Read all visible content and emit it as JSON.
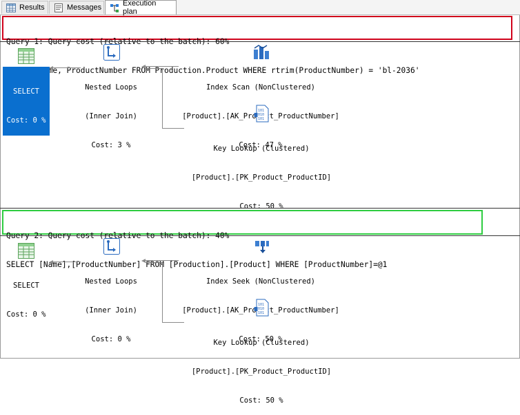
{
  "tabs": [
    {
      "label": "Results",
      "icon": "grid-icon"
    },
    {
      "label": "Messages",
      "icon": "messages-icon"
    },
    {
      "label": "Execution plan",
      "icon": "execution-plan-icon",
      "active": true
    }
  ],
  "query1": {
    "header": "Query 1: Query cost (relative to the batch): 60%",
    "sql": "SELECT Name, ProductNumber FROM Production.Product WHERE rtrim(ProductNumber) = 'bl-2036'",
    "highlight_color": "#d0021b",
    "select": {
      "label": "SELECT",
      "cost": "Cost: 0 %",
      "selected": true
    },
    "join": {
      "label": "Nested Loops",
      "sub": "(Inner Join)",
      "cost": "Cost: 3 %"
    },
    "scan": {
      "label": "Index Scan (NonClustered)",
      "object": "[Product].[AK_Product_ProductNumber]",
      "cost": "Cost: 47 %"
    },
    "lookup": {
      "label": "Key Lookup (Clustered)",
      "object": "[Product].[PK_Product_ProductID]",
      "cost": "Cost: 50 %"
    }
  },
  "query2": {
    "header": "Query 2: Query cost (relative to the batch): 40%",
    "sql": "SELECT [Name],[ProductNumber] FROM [Production].[Product] WHERE [ProductNumber]=@1",
    "highlight_color": "#2ecc40",
    "select": {
      "label": "SELECT",
      "cost": "Cost: 0 %"
    },
    "join": {
      "label": "Nested Loops",
      "sub": "(Inner Join)",
      "cost": "Cost: 0 %"
    },
    "seek": {
      "label": "Index Seek (NonClustered)",
      "object": "[Product].[AK_Product_ProductNumber]",
      "cost": "Cost: 50 %"
    },
    "lookup": {
      "label": "Key Lookup (Clustered)",
      "object": "[Product].[PK_Product_ProductID]",
      "cost": "Cost: 50 %"
    }
  },
  "colors": {
    "selection": "#0a6fcf",
    "connector": "#8a8a8a"
  }
}
